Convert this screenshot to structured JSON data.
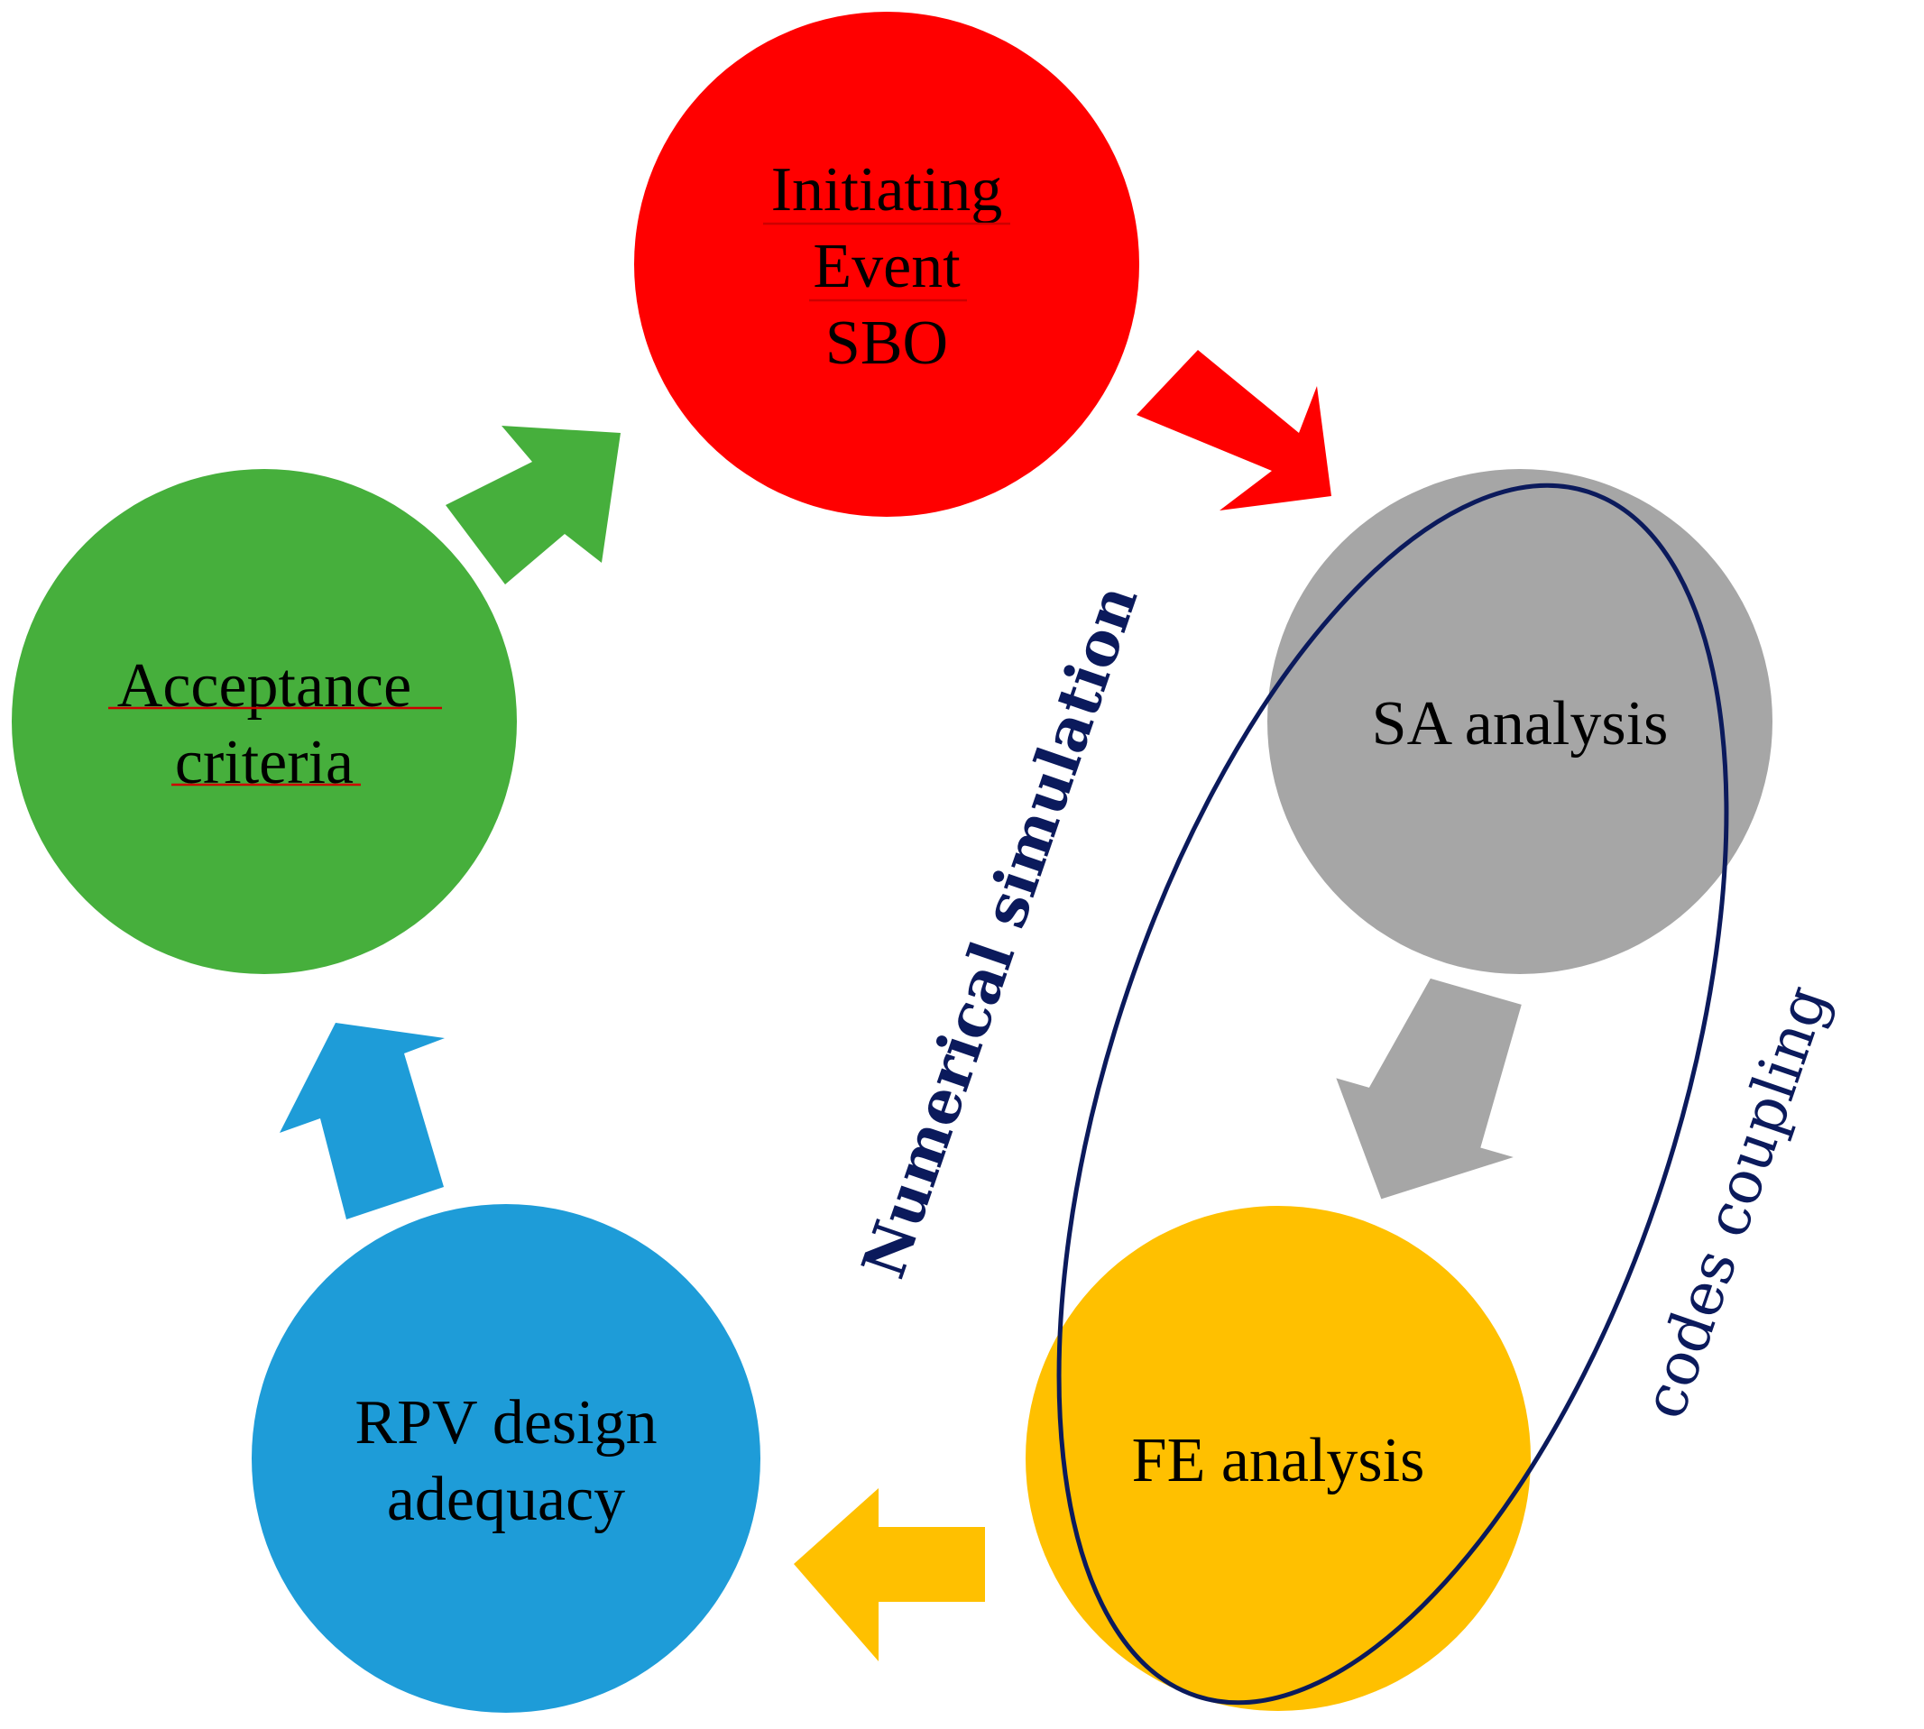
{
  "nodes": {
    "initiating_event": {
      "lines": [
        "Initiating",
        "Event",
        "SBO"
      ],
      "color": "#ff0000"
    },
    "sa_analysis": {
      "lines": [
        "SA analysis"
      ],
      "color": "#a6a6a6"
    },
    "fe_analysis": {
      "lines": [
        "FE analysis"
      ],
      "color": "#ffc000"
    },
    "rpv_design": {
      "lines": [
        "RPV design",
        "adequacy"
      ],
      "color": "#1e9cd8"
    },
    "acceptance": {
      "lines": [
        "Acceptance",
        "criteria"
      ],
      "color": "#46af3c"
    }
  },
  "labels": {
    "numerical_simulation": "Numerical simulation",
    "codes_coupling": "codes coupling"
  },
  "colors": {
    "ellipse_stroke": "#0b1a5c",
    "spell_underline": "#cc0000"
  }
}
